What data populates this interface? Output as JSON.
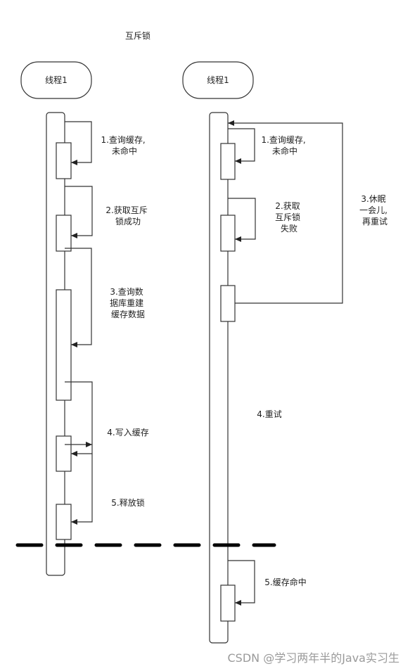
{
  "title": "互斥锁",
  "threads": [
    {
      "name": "线程1"
    },
    {
      "name": "线程1"
    }
  ],
  "thread1_steps": [
    {
      "lines": [
        "1.查询缓存,",
        "未命中"
      ]
    },
    {
      "lines": [
        "2.获取互斥",
        "锁成功"
      ]
    },
    {
      "lines": [
        "3.查询数",
        "据库重建",
        "缓存数据"
      ]
    },
    {
      "lines": [
        "4.写入缓存"
      ]
    },
    {
      "lines": [
        "5.释放锁"
      ]
    }
  ],
  "thread2_steps": [
    {
      "lines": [
        "1.查询缓存,",
        "未命中"
      ]
    },
    {
      "lines": [
        "2.获取",
        "互斥锁",
        "失败"
      ]
    },
    {
      "lines": [
        "3.休眠",
        "一会儿,",
        "再重试"
      ]
    },
    {
      "lines": [
        "4.重试"
      ]
    },
    {
      "lines": [
        "5.缓存命中"
      ]
    }
  ],
  "watermark": "CSDN @学习两年半的Java实习生",
  "colors": {
    "stroke": "#333333",
    "divider": "#000000",
    "watermark": "#9a9a9a"
  }
}
